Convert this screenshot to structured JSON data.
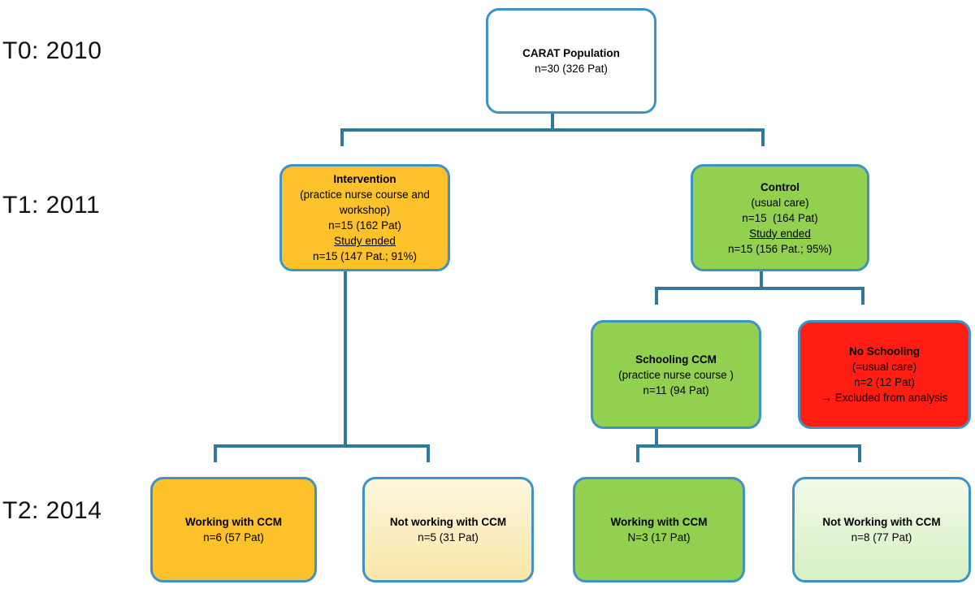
{
  "timeline": {
    "t0": "T0: 2010",
    "t1": "T1: 2011",
    "t2": "T2: 2014"
  },
  "colors": {
    "box_border": "#3E93C6",
    "connector": "#31789F",
    "orange_fill": "#FCC12B",
    "green_fill": "#92D050",
    "red_fill": "#FF1D14",
    "cream_gradient_top": "#FDF6DD",
    "cream_gradient_bottom": "#F9E6A9",
    "lightgreen_gradient_top": "#F1FAE8",
    "lightgreen_gradient_bottom": "#D7F0C3",
    "text": "#000000"
  },
  "nodes": {
    "carat": {
      "title": "CARAT Population",
      "lines": [
        "n=30 (326 Pat)"
      ]
    },
    "intervention": {
      "title": "Intervention",
      "lines": [
        "(practice nurse course and workshop)",
        "n=15 (162 Pat)",
        "Study ended",
        "n=15 (147 Pat.; 91%)"
      ]
    },
    "control": {
      "title": "Control",
      "lines": [
        "(usual care)",
        "n=15  (164 Pat)",
        "Study ended",
        "n=15 (156 Pat.; 95%)"
      ]
    },
    "schooling_ccm": {
      "title": "Schooling CCM",
      "lines": [
        "(practice nurse course )",
        "n=11 (94 Pat)"
      ]
    },
    "no_schooling": {
      "title": "No Schooling",
      "lines": [
        "(=usual care)",
        "n=2 (12 Pat)",
        "→ Excluded from analysis"
      ]
    },
    "working_ccm_intervention": {
      "title": "Working with CCM",
      "lines": [
        "n=6 (57 Pat)"
      ]
    },
    "not_working_ccm_intervention": {
      "title": "Not working with CCM",
      "lines": [
        "n=5 (31 Pat)"
      ]
    },
    "working_ccm_control": {
      "title": "Working with CCM",
      "lines": [
        "N=3 (17 Pat)"
      ]
    },
    "not_working_ccm_control": {
      "title": "Not Working with CCM",
      "lines": [
        "n=8 (77 Pat)"
      ]
    }
  }
}
